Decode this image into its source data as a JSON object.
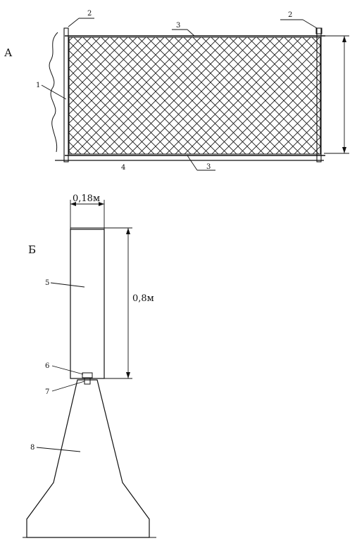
{
  "sections": {
    "a": "А",
    "b": "Б"
  },
  "callouts": {
    "c1": "1",
    "c2_left": "2",
    "c2_right": "2",
    "c3_top": "3",
    "c3_bottom": "3",
    "c4": "4",
    "c5": "5",
    "c6": "6",
    "c7": "7",
    "c8": "8"
  },
  "dimensions": {
    "width": "0,18м",
    "height": "0,8м"
  }
}
